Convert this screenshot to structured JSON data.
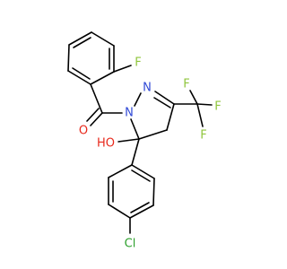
{
  "diagram": {
    "atom_labels": {
      "fluorine_aryl": "F",
      "oxygen_carbonyl": "O",
      "nitrogen_1": "N",
      "nitrogen_2": "N",
      "hydroxyl": "HO",
      "cf3_f1": "F",
      "cf3_f2": "F",
      "cf3_f3": "F",
      "chlorine": "Cl"
    },
    "colors": {
      "bond": "#000000",
      "carbon_text": "#000000",
      "fluorine": "#8fc53c",
      "oxygen": "#e8291c",
      "nitrogen": "#3049d6",
      "chlorine": "#2ca02c"
    }
  }
}
